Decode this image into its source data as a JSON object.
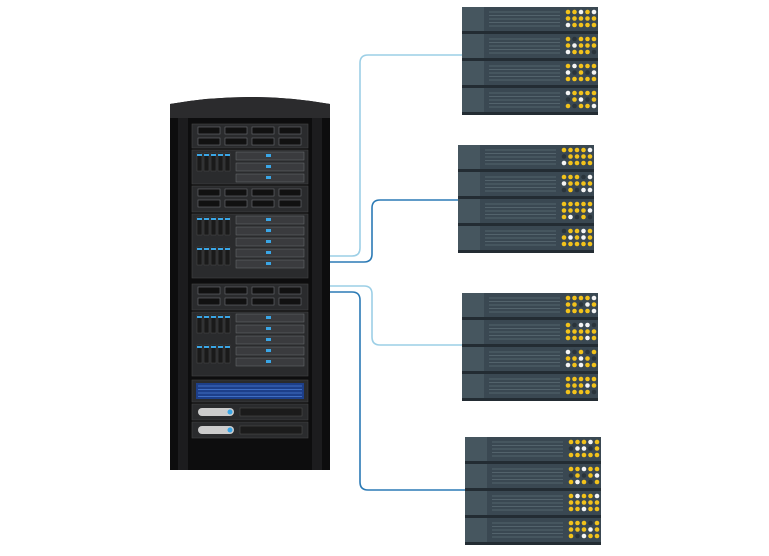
{
  "colors": {
    "rack_body": "#0d0d0e",
    "rack_frame": "#1c1c1e",
    "unit_face": "#2a2b2d",
    "unit_highlight": "#6c6e72",
    "drive_blue": "#3aa6e6",
    "server_face": "#3a4852",
    "server_left": "#46565f",
    "server_dark": "#232c33",
    "led_yellow": "#f2c21b",
    "led_white": "#f4f4f4",
    "led_off": "#2a343b",
    "link_light": "#9ccfe6",
    "link_dark": "#2b7ab5"
  },
  "server_stacks": [
    {
      "name": "server-stack-1",
      "units": 4,
      "link": "light"
    },
    {
      "name": "server-stack-2",
      "units": 4,
      "link": "dark"
    },
    {
      "name": "server-stack-3",
      "units": 4,
      "link": "light"
    },
    {
      "name": "server-stack-4",
      "units": 4,
      "link": "dark"
    }
  ]
}
